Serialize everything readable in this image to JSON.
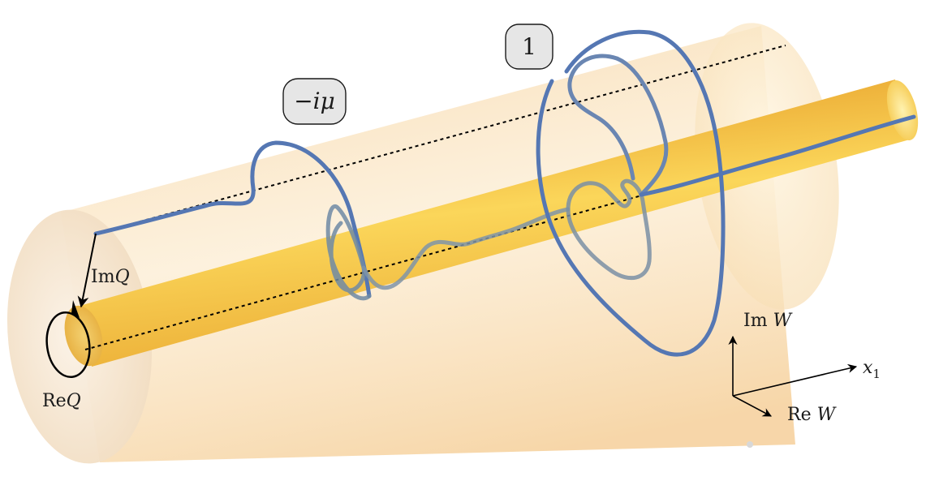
{
  "labels": {
    "im_q": {
      "prefix": "Im",
      "var": "Q"
    },
    "re_q": {
      "prefix": "Re",
      "var": "Q"
    },
    "im_w": {
      "prefix": "Im ",
      "var": "W"
    },
    "re_w": {
      "prefix": "Re ",
      "var": "W"
    },
    "x1": {
      "var": "x",
      "sub": "1"
    },
    "pill_left": "−iμ",
    "pill_right": "1"
  },
  "colors": {
    "outer_cylinder": "#f7d7a6",
    "inner_rod": "#f2b630",
    "curve": "#5577b3",
    "axes": "#000000",
    "pill_fill": "#e6e6e6"
  }
}
